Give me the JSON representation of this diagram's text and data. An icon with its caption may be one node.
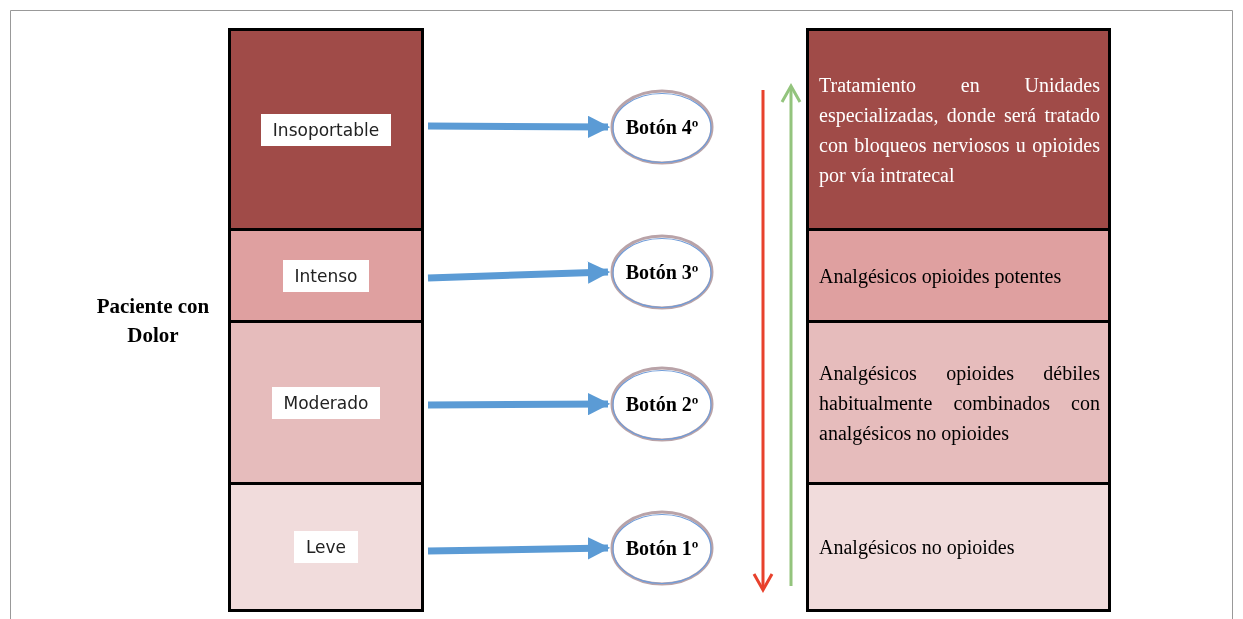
{
  "diagram": {
    "nodes": [
      {
        "text": [
          "Insoportable"
        ]
      },
      {
        "text": [
          "Botón 4º"
        ]
      },
      {
        "text": [
          "Tratamiento en Unidades especializadas, donde será tratado con bloqueos nerviosos u opioides por vía intratecal"
        ]
      },
      {
        "text": [
          "Intenso"
        ]
      },
      {
        "text": [
          "Botón 3º"
        ]
      },
      {
        "text": [
          "Analgésicos opioides potentes"
        ]
      },
      {
        "text": [
          "Moderado"
        ]
      },
      {
        "text": [
          "Botón 2º"
        ]
      },
      {
        "text": [
          "Analgésicos opioides débiles habitualmente combinados con analgésicos no opioides"
        ]
      },
      {
        "text": [
          "Leve"
        ]
      },
      {
        "text": [
          "Botón 1º"
        ]
      },
      {
        "text": [
          "Analgésicos no opioides"
        ]
      }
    ],
    "edges": [
      {
        "from": 0,
        "to": 1,
        "arrow": "to"
      },
      {
        "from": 3,
        "to": 4,
        "arrow": "to"
      },
      {
        "from": 6,
        "to": 7,
        "arrow": "to"
      },
      {
        "from": 9,
        "to": 10,
        "arrow": "to"
      }
    ],
    "labels": [
      "Paciente con Dolor"
    ]
  }
}
